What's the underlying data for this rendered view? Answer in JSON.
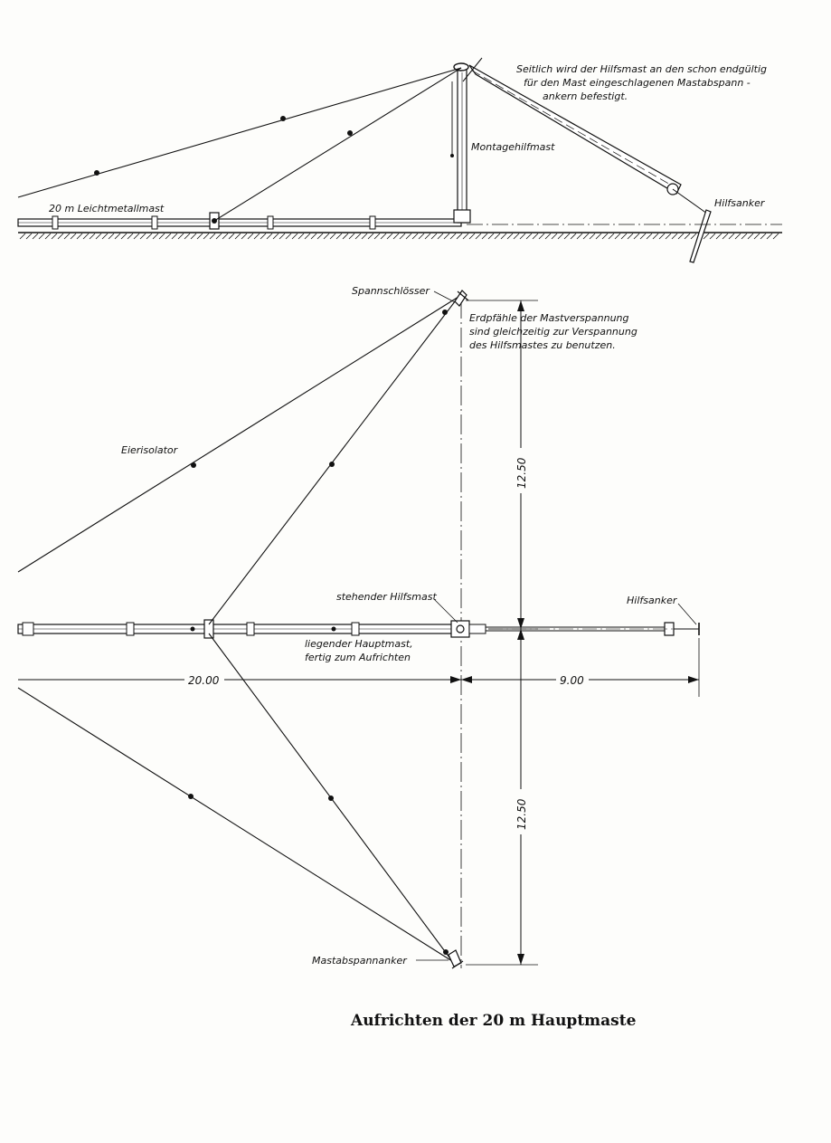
{
  "top_view": {
    "note_line1": "Seitlich wird der Hilfsmast an den schon endgültig",
    "note_line2": "für den Mast eingeschlagenen Mastabspann -",
    "note_line3": "ankern befestigt.",
    "label_helper_mast": "Montagehilfmast",
    "label_main_mast": "20 m Leichtmetallmast",
    "label_anchor": "Hilfsanker"
  },
  "plan_view": {
    "label_turnbuckles": "Spannschlösser",
    "note_line1": "Erdpfähle der Mastverspannung",
    "note_line2": "sind gleichzeitig zur Verspannung",
    "note_line3": "des Hilfsmastes zu benutzen.",
    "label_insulator": "Eierisolator",
    "label_standing_mast": "stehender Hilfsmast",
    "label_aux_anchor": "Hilfsanker",
    "label_lying_mast_1": "liegender Hauptmast,",
    "label_lying_mast_2": "fertig zum Aufrichten",
    "label_mast_anchor": "Mastabspannanker",
    "dim_upper": "12.50",
    "dim_lower": "12.50",
    "dim_left": "20.00",
    "dim_right": "9.00"
  },
  "caption": "Aufrichten der 20 m Hauptmaste"
}
